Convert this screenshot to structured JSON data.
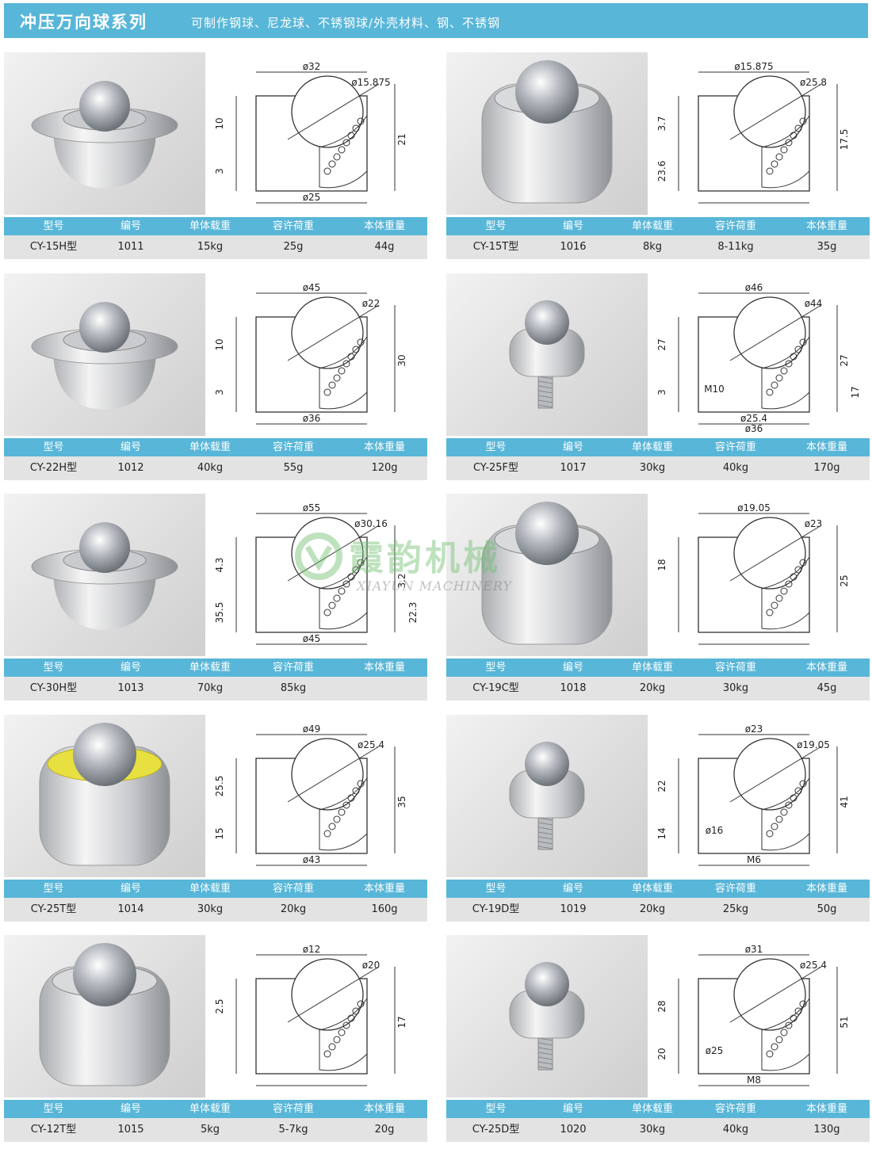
{
  "banner": {
    "title": "冲压万向球系列",
    "subtitle": "可制作钢球、尼龙球、不锈钢球/外壳材料、钢、不锈钢"
  },
  "table_header": [
    "型号",
    "编号",
    "单体载重",
    "容许荷重",
    "本体重量"
  ],
  "watermark": {
    "cn": "霞韵机械",
    "en": "XIAYUN MACHINERY"
  },
  "products": [
    {
      "model": "CY-15H型",
      "code": "1011",
      "load": "15kg",
      "allow": "25g",
      "weight": "44g",
      "dims": {
        "d1": "ø32",
        "d2": "ø15.875",
        "d3": "ø25",
        "h1": "10",
        "h2": "21",
        "h3": "3"
      }
    },
    {
      "model": "CY-15T型",
      "code": "1016",
      "load": "8kg",
      "allow": "8-11kg",
      "weight": "35g",
      "dims": {
        "d1": "ø15.875",
        "d2": "ø25.8",
        "h1": "3.7",
        "h2": "17.5",
        "h3": "23.6"
      }
    },
    {
      "model": "CY-22H型",
      "code": "1012",
      "load": "40kg",
      "allow": "55g",
      "weight": "120g",
      "dims": {
        "d1": "ø45",
        "d2": "ø22",
        "d3": "ø36",
        "h1": "10",
        "h2": "30",
        "h3": "3"
      }
    },
    {
      "model": "CY-25F型",
      "code": "1017",
      "load": "30kg",
      "allow": "40kg",
      "weight": "170g",
      "dims": {
        "d1": "ø46",
        "d2": "ø44",
        "d3": "ø25.4",
        "d4": "M10",
        "d5": "ø36",
        "h1": "27",
        "h2": "27",
        "h3": "3",
        "h4": "17"
      }
    },
    {
      "model": "CY-30H型",
      "code": "1013",
      "load": "70kg",
      "allow": "85kg",
      "weight": "",
      "dims": {
        "d1": "ø55",
        "d2": "ø30.16",
        "d3": "ø45",
        "h1": "4.3",
        "h2": "3.2",
        "h3": "35.5",
        "h4": "22.3"
      }
    },
    {
      "model": "CY-19C型",
      "code": "1018",
      "load": "20kg",
      "allow": "30kg",
      "weight": "45g",
      "dims": {
        "d1": "ø19.05",
        "d2": "ø23",
        "h1": "18",
        "h2": "25"
      }
    },
    {
      "model": "CY-25T型",
      "code": "1014",
      "load": "30kg",
      "allow": "20kg",
      "weight": "160g",
      "dims": {
        "d1": "ø49",
        "d2": "ø25.4",
        "d3": "ø43",
        "h1": "25.5",
        "h2": "35",
        "h3": "15"
      }
    },
    {
      "model": "CY-19D型",
      "code": "1019",
      "load": "20kg",
      "allow": "25kg",
      "weight": "50g",
      "dims": {
        "d1": "ø23",
        "d2": "ø19.05",
        "d3": "M6",
        "d4": "ø16",
        "h1": "22",
        "h2": "41",
        "h3": "14"
      }
    },
    {
      "model": "CY-12T型",
      "code": "1015",
      "load": "5kg",
      "allow": "5-7kg",
      "weight": "20g",
      "dims": {
        "d1": "ø12",
        "d2": "ø20",
        "h1": "2.5",
        "h2": "17"
      }
    },
    {
      "model": "CY-25D型",
      "code": "1020",
      "load": "30kg",
      "allow": "40kg",
      "weight": "130g",
      "dims": {
        "d1": "ø31",
        "d2": "ø25.4",
        "d3": "M8",
        "d4": "ø25",
        "h1": "28",
        "h2": "51",
        "h3": "20"
      }
    }
  ],
  "colors": {
    "banner": "#58b6d8",
    "row": "#e3e3e3",
    "yellow_ring": "#e8e040"
  }
}
